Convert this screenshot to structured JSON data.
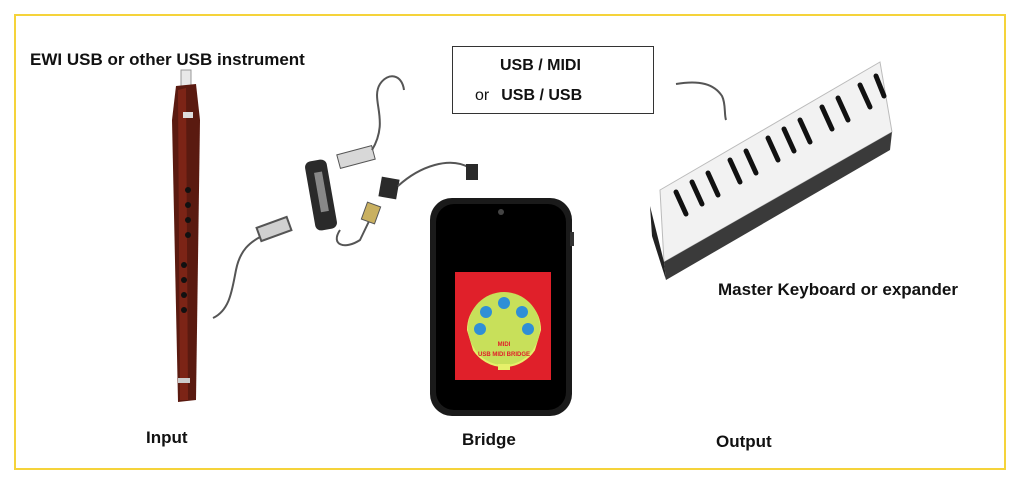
{
  "diagram": {
    "title": "EWI USB or other USB instrument",
    "protocol_box": {
      "line1": "USB / MIDI",
      "line2_prefix": "or",
      "line2": "USB / USB"
    },
    "output_device": "Master Keyboard or expander",
    "stages": {
      "input": "Input",
      "bridge": "Bridge",
      "output": "Output"
    },
    "screen_app_text": [
      "MIDI",
      "USB MIDI BRIDGE"
    ],
    "colors": {
      "frame": "#f5d33a",
      "screen_bg": "#e0202a",
      "midi_disc": "#c8e05a",
      "midi_pins": "#2f8fd6"
    }
  }
}
